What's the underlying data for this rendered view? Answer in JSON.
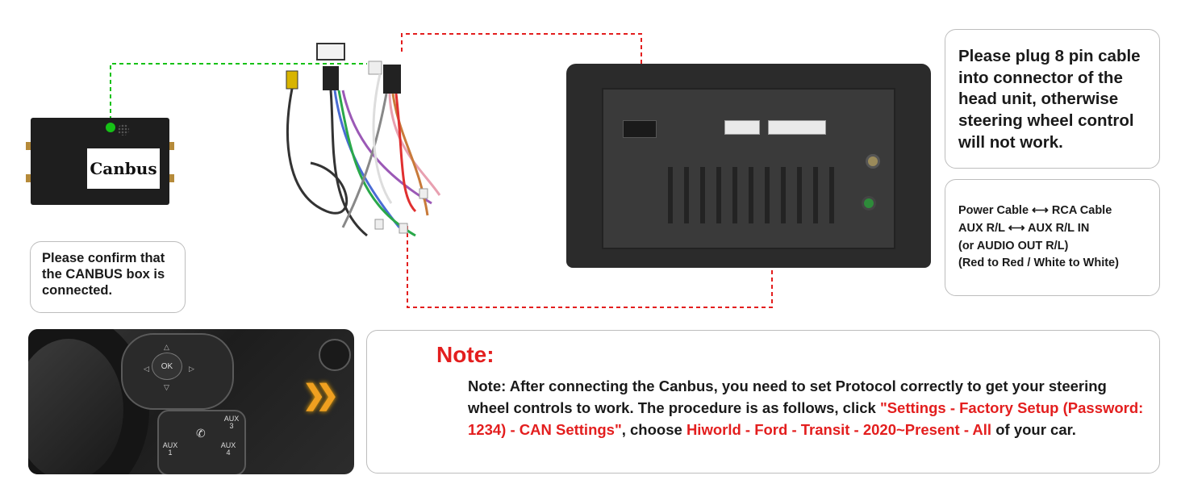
{
  "canbus": {
    "label": "Canbus",
    "confirm_text": "Please confirm that the CANBUS box is connected."
  },
  "plug_note": {
    "text": "Please plug 8 pin cable into connector of the head unit, otherwise steering wheel control will not work."
  },
  "cable_note": {
    "line1": "Power Cable ⟷ RCA Cable",
    "line2": "AUX R/L ⟷ AUX R/L IN",
    "line3": "(or AUDIO OUT R/L)",
    "line4": "(Red to Red / White to White)"
  },
  "wheel_buttons": {
    "ok": "OK",
    "aux3": "AUX 3",
    "aux1": "AUX 1",
    "aux4": "AUX 4"
  },
  "note": {
    "title": "Note:",
    "intro": "Note: After connecting the Canbus, you need to set Protocol correctly to get your steering wheel controls to work. The procedure is as follows, click ",
    "settings_path": "\"Settings - Factory Setup (Password: 1234) - CAN Settings\"",
    "choose": ", choose ",
    "protocol": "Hiworld - Ford - Transit - 2020~Present - All",
    "tail": " of your car."
  },
  "colors": {
    "accent_red": "#e31e1e",
    "green_line": "#16c116",
    "dashed_red": "#e31e1e"
  }
}
